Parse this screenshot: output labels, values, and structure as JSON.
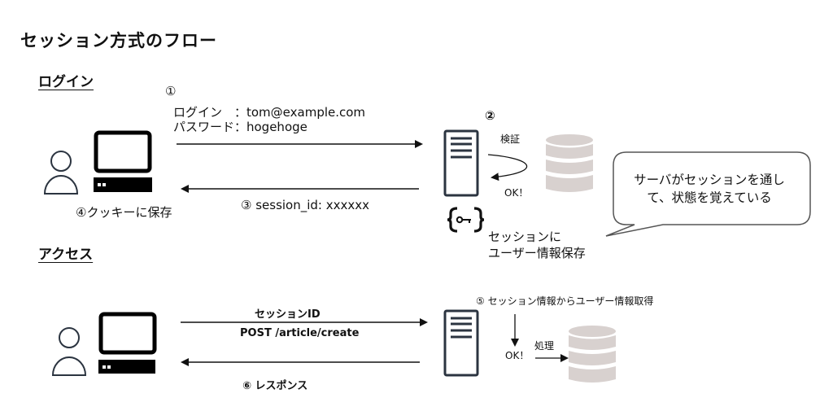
{
  "title": "セッション方式のフロー",
  "sections": {
    "login": "ログイン",
    "access": "アクセス"
  },
  "login_flow": {
    "step1_marker": "①",
    "step1_lines": [
      "ログイン　：tom@example.com",
      "パスワード：hogehoge"
    ],
    "step2_marker": "②",
    "verify_label": "検証",
    "ok_label": "OK！",
    "step3_label": "③ session_id: xxxxxx",
    "step4_label": "④クッキーに保存",
    "session_store_lines": [
      "セッションに",
      "ユーザー情報保存"
    ],
    "callout_lines": [
      "サーバがセッションを通し",
      "て、状態を覚えている"
    ]
  },
  "access_flow": {
    "request_label_top": "セッションID",
    "request_label_bottom": "POST /article/create",
    "step5_label": "⑤  セッション情報からユーザー情報取得",
    "ok_label": "OK！",
    "process_label": "処理",
    "step6_label": "⑥  レスポンス"
  },
  "colors": {
    "server_stroke": "#2b3440",
    "database_fill": "#d8d1cf",
    "arrow": "#111111",
    "callout_stroke": "#555555"
  }
}
